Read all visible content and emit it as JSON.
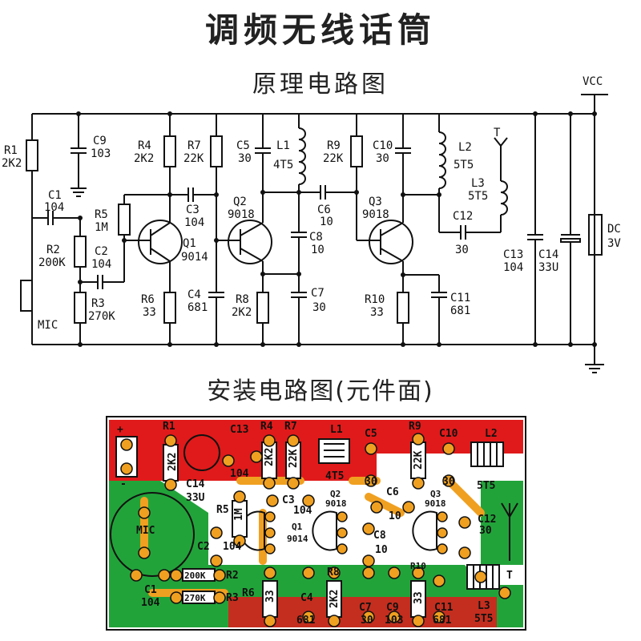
{
  "title": "调频无线话筒",
  "schematic_title": "原理电路图",
  "assembly_title": "安装电路图(元件面)",
  "vcc": "VCC",
  "antenna": "T",
  "mic": "MIC",
  "battery": {
    "name": "DC",
    "value": "3V"
  },
  "schematic_components": {
    "R1": {
      "name": "R1",
      "value": "2K2"
    },
    "C9": {
      "name": "C9",
      "value": "103"
    },
    "C1": {
      "name": "C1",
      "value": "104"
    },
    "R2": {
      "name": "R2",
      "value": "200K"
    },
    "C2": {
      "name": "C2",
      "value": "104"
    },
    "R3": {
      "name": "R3",
      "value": "270K"
    },
    "R4": {
      "name": "R4",
      "value": "2K2"
    },
    "R5": {
      "name": "R5",
      "value": "1M"
    },
    "Q1": {
      "name": "Q1",
      "value": "9014"
    },
    "R6": {
      "name": "R6",
      "value": "33"
    },
    "R7": {
      "name": "R7",
      "value": "22K"
    },
    "C3": {
      "name": "C3",
      "value": "104"
    },
    "C4": {
      "name": "C4",
      "value": "681"
    },
    "C5": {
      "name": "C5",
      "value": "30"
    },
    "L1": {
      "name": "L1",
      "value": "4T5"
    },
    "Q2": {
      "name": "Q2",
      "value": "9018"
    },
    "R8": {
      "name": "R8",
      "value": "2K2"
    },
    "C8": {
      "name": "C8",
      "value": "10"
    },
    "C6": {
      "name": "C6",
      "value": "10"
    },
    "C7": {
      "name": "C7",
      "value": "30"
    },
    "R9": {
      "name": "R9",
      "value": "22K"
    },
    "C10": {
      "name": "C10",
      "value": "30"
    },
    "Q3": {
      "name": "Q3",
      "value": "9018"
    },
    "R10": {
      "name": "R10",
      "value": "33"
    },
    "C11": {
      "name": "C11",
      "value": "681"
    },
    "L2": {
      "name": "L2",
      "value": "5T5"
    },
    "L3": {
      "name": "L3",
      "value": "5T5"
    },
    "C12": {
      "name": "C12",
      "value": "30"
    },
    "C13": {
      "name": "C13",
      "value": "104"
    },
    "C14": {
      "name": "C14",
      "value": "33U"
    }
  },
  "pcb_labels": {
    "R1": "R1",
    "R1v": "2K2",
    "C14": "C14",
    "C14v": "33U",
    "C13": "C13",
    "C13v": "104",
    "R4": "R4",
    "R4v": "2K2",
    "R7": "R7",
    "R7v": "22K",
    "L1": "L1",
    "L1v": "4T5",
    "C5": "C5",
    "C5v": "30",
    "R9": "R9",
    "R9v": "22K",
    "C10": "C10",
    "C10v": "30",
    "L2": "L2",
    "L2v": "5T5",
    "C3": "C3",
    "C3v": "104",
    "R5": "R5",
    "R5v": "1M",
    "Q2": "Q2",
    "Q2v": "9018",
    "C6": "C6",
    "C6v": "10",
    "Q3": "Q3",
    "Q3v": "9018",
    "C12": "C12",
    "C12v": "30",
    "Q1": "Q1",
    "Q1v": "9014",
    "C8": "C8",
    "C8v": "10",
    "C2": "C2",
    "C2v": "104",
    "R2": "R2",
    "R2v": "200K",
    "R3": "R3",
    "R3v": "270K",
    "C1": "C1",
    "C1v": "104",
    "R6": "R6",
    "R6v": "33",
    "C4": "C4",
    "C4v": "681",
    "R8": "R8",
    "R8v": "2K2",
    "C7": "C7",
    "C7v": "30",
    "C9": "C9",
    "C9v": "103",
    "R10": "R10",
    "R10v": "33",
    "C11": "C11",
    "C11v": "681",
    "L3": "L3",
    "L3v": "5T5",
    "mic": "MIC",
    "ant": "T",
    "plus": "+",
    "minus": "-"
  },
  "colors": {
    "positive_rail": "#e01a1a",
    "ground_area": "#22a33a",
    "pads": "#f0a020",
    "body": "#111111"
  }
}
